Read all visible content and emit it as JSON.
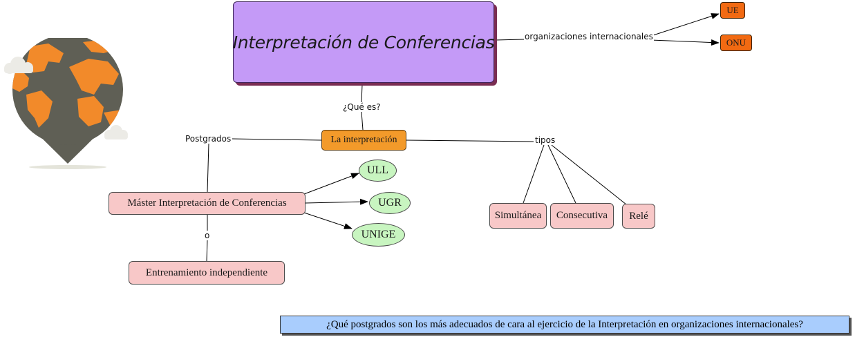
{
  "concept_map": {
    "main_topic": "Interpretación de Conferencias",
    "link_organizaciones": "organizaciones internacionales",
    "org_ue": "UE",
    "org_onu": "ONU",
    "link_que_es": "¿Qué es?",
    "interpretacion": "La interpretación",
    "link_postgrados": "Postgrados",
    "link_tipos": "tipos",
    "tipo_simultanea": "Simultánea",
    "tipo_consecutiva": "Consecutiva",
    "tipo_rele": "Relé",
    "master": "Máster Interpretación de Conferencias",
    "uni_ull": "ULL",
    "uni_ugr": "UGR",
    "uni_unige": "UNIGE",
    "link_o": "o",
    "entrenamiento": "Entrenamiento independiente",
    "focus_question": "¿Qué postgrados son los más adecuados de cara al ejercicio de la Interpretación en organizaciones internacionales?"
  },
  "icons": [
    "globe-pin-icon",
    "cloud-icon"
  ],
  "colors": {
    "main_node": "#c49af7",
    "interpretacion_node": "#f39a2a",
    "org_nodes": "#f26a12",
    "pink_nodes": "#f8c8c8",
    "green_nodes": "#c8f5c0",
    "question_box": "#a9cdfd",
    "globe_land": "#f28a2a",
    "globe_sea": "#5f5f55"
  }
}
